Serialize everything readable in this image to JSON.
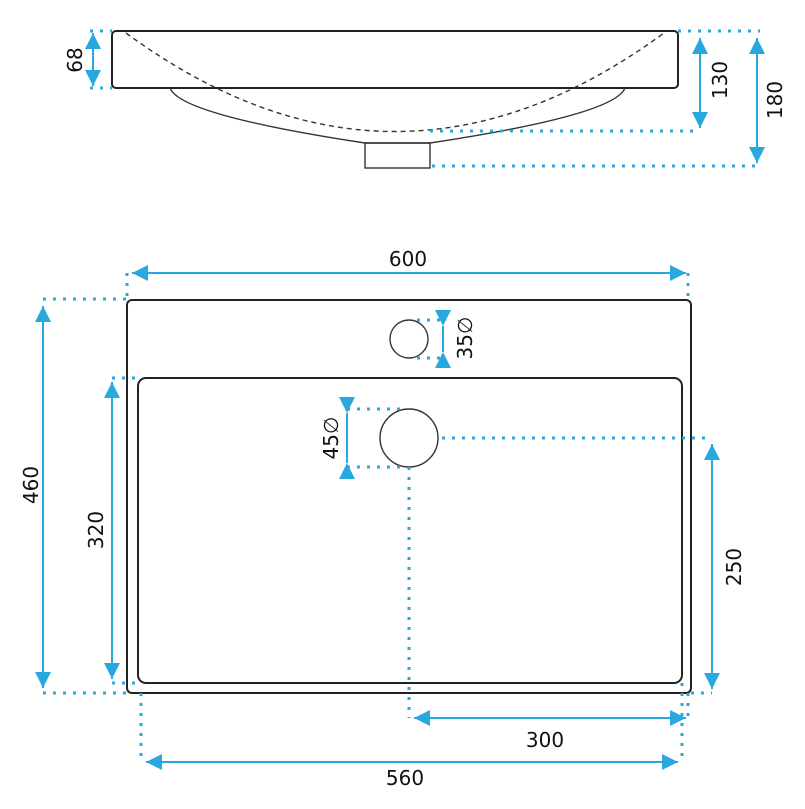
{
  "colors": {
    "dimension": "#29a8df",
    "outline": "#222222"
  },
  "side_view": {
    "rim_height": "68",
    "bowl_depth": "130",
    "total_height": "180"
  },
  "plan_view": {
    "width": "600",
    "tap_hole": "35∅",
    "depth": "460",
    "basin_depth": "320",
    "drain_hole": "45∅",
    "drain_from_back": "250",
    "drain_from_side": "300",
    "basin_width": "560"
  }
}
